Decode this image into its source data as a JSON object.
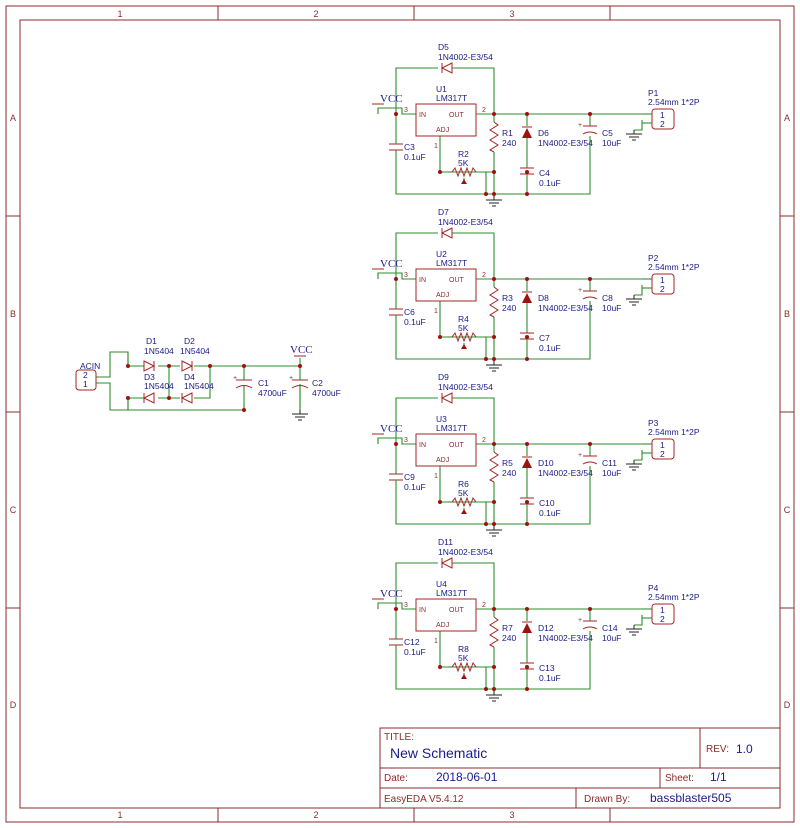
{
  "frame": {
    "columns": [
      "1",
      "2",
      "3"
    ],
    "rows": [
      "A",
      "B",
      "C",
      "D"
    ]
  },
  "input": {
    "connector": {
      "ref": "ACIN",
      "pins": [
        "2",
        "1"
      ]
    },
    "diodes": [
      {
        "ref": "D1",
        "value": "1N5404"
      },
      {
        "ref": "D2",
        "value": "1N5404"
      },
      {
        "ref": "D3",
        "value": "1N5404"
      },
      {
        "ref": "D4",
        "value": "1N5404"
      }
    ],
    "caps": [
      {
        "ref": "C1",
        "value": "4700uF"
      },
      {
        "ref": "C2",
        "value": "4700uF"
      }
    ],
    "vcc_label": "VCC"
  },
  "channels": [
    {
      "vcc": "VCC",
      "u": "U1",
      "u_val": "LM317T",
      "pin_in": "IN",
      "pin_out": "OUT",
      "pin_adj": "ADJ",
      "pin3": "3",
      "pin2": "2",
      "pin1": "1",
      "dtop": "D5",
      "dtop_val": "1N4002-E3/54",
      "r1": "R1",
      "r1_val": "240",
      "d": "D6",
      "d_val": "1N4002-E3/54",
      "cin": "C3",
      "cin_val": "0.1uF",
      "r2": "R2",
      "r2_val": "5K",
      "cadj": "C4",
      "cadj_val": "0.1uF",
      "cout": "C5",
      "cout_val": "10uF",
      "p": "P1",
      "p_val": "2.54mm 1*2P",
      "p_pin1": "1",
      "p_pin2": "2"
    },
    {
      "vcc": "VCC",
      "u": "U2",
      "u_val": "LM317T",
      "pin_in": "IN",
      "pin_out": "OUT",
      "pin_adj": "ADJ",
      "pin3": "3",
      "pin2": "2",
      "pin1": "1",
      "dtop": "D7",
      "dtop_val": "1N4002-E3/54",
      "r1": "R3",
      "r1_val": "240",
      "d": "D8",
      "d_val": "1N4002-E3/54",
      "cin": "C6",
      "cin_val": "0.1uF",
      "r2": "R4",
      "r2_val": "5K",
      "cadj": "C7",
      "cadj_val": "0.1uF",
      "cout": "C8",
      "cout_val": "10uF",
      "p": "P2",
      "p_val": "2.54mm 1*2P",
      "p_pin1": "1",
      "p_pin2": "2"
    },
    {
      "vcc": "VCC",
      "u": "U3",
      "u_val": "LM317T",
      "pin_in": "IN",
      "pin_out": "OUT",
      "pin_adj": "ADJ",
      "pin3": "3",
      "pin2": "2",
      "pin1": "1",
      "dtop": "D9",
      "dtop_val": "1N4002-E3/54",
      "r1": "R5",
      "r1_val": "240",
      "d": "D10",
      "d_val": "1N4002-E3/54",
      "cin": "C9",
      "cin_val": "0.1uF",
      "r2": "R6",
      "r2_val": "5K",
      "cadj": "C10",
      "cadj_val": "0.1uF",
      "cout": "C11",
      "cout_val": "10uF",
      "p": "P3",
      "p_val": "2.54mm 1*2P",
      "p_pin1": "1",
      "p_pin2": "2"
    },
    {
      "vcc": "VCC",
      "u": "U4",
      "u_val": "LM317T",
      "pin_in": "IN",
      "pin_out": "OUT",
      "pin_adj": "ADJ",
      "pin3": "3",
      "pin2": "2",
      "pin1": "1",
      "dtop": "D11",
      "dtop_val": "1N4002-E3/54",
      "r1": "R7",
      "r1_val": "240",
      "d": "D12",
      "d_val": "1N4002-E3/54",
      "cin": "C12",
      "cin_val": "0.1uF",
      "r2": "R8",
      "r2_val": "5K",
      "cadj": "C13",
      "cadj_val": "0.1uF",
      "cout": "C14",
      "cout_val": "10uF",
      "p": "P4",
      "p_val": "2.54mm 1*2P",
      "p_pin1": "1",
      "p_pin2": "2"
    }
  ],
  "title_block": {
    "title_label": "TITLE:",
    "title": "New Schematic",
    "rev_label": "REV:",
    "rev": "1.0",
    "date_label": "Date:",
    "date": "2018-06-01",
    "sheet_label": "Sheet:",
    "sheet": "1/1",
    "software": "EasyEDA V5.4.12",
    "drawn_label": "Drawn By:",
    "drawn_by": "bassblaster505"
  }
}
